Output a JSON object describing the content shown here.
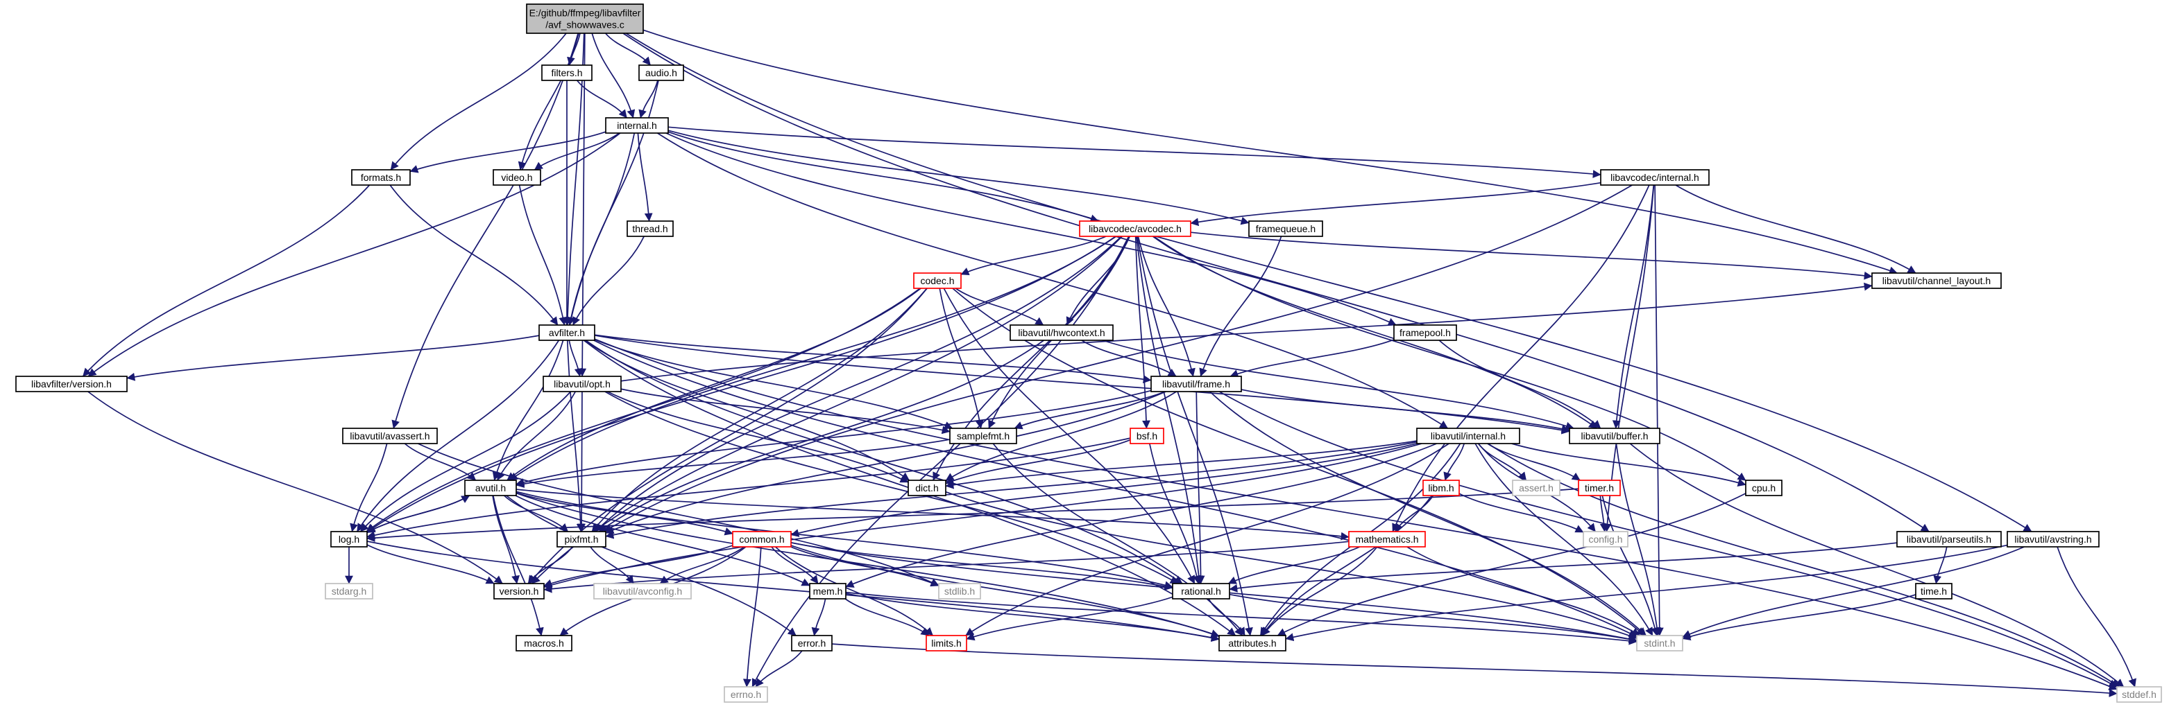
{
  "graph": {
    "nodes": [
      {
        "id": "root",
        "lines": [
          "E:/github/ffmpeg/libavfilter",
          "/avf_showwaves.c"
        ],
        "style": "root"
      },
      {
        "id": "filters_h",
        "lines": [
          "filters.h"
        ],
        "style": "normal"
      },
      {
        "id": "audio_h",
        "lines": [
          "audio.h"
        ],
        "style": "normal"
      },
      {
        "id": "internal_h",
        "lines": [
          "internal.h"
        ],
        "style": "normal"
      },
      {
        "id": "formats_h",
        "lines": [
          "formats.h"
        ],
        "style": "normal"
      },
      {
        "id": "video_h",
        "lines": [
          "video.h"
        ],
        "style": "normal"
      },
      {
        "id": "thread_h",
        "lines": [
          "thread.h"
        ],
        "style": "normal"
      },
      {
        "id": "lavc_internal_h",
        "lines": [
          "libavcodec/internal.h"
        ],
        "style": "normal"
      },
      {
        "id": "lavc_avcodec_h",
        "lines": [
          "libavcodec/avcodec.h"
        ],
        "style": "red"
      },
      {
        "id": "framequeue_h",
        "lines": [
          "framequeue.h"
        ],
        "style": "normal"
      },
      {
        "id": "codec_h",
        "lines": [
          "codec.h"
        ],
        "style": "red"
      },
      {
        "id": "channel_layout_h",
        "lines": [
          "libavutil/channel_layout.h"
        ],
        "style": "normal"
      },
      {
        "id": "avfilter_h",
        "lines": [
          "avfilter.h"
        ],
        "style": "normal"
      },
      {
        "id": "hwcontext_h",
        "lines": [
          "libavutil/hwcontext.h"
        ],
        "style": "normal"
      },
      {
        "id": "framepool_h",
        "lines": [
          "framepool.h"
        ],
        "style": "normal"
      },
      {
        "id": "lavfi_version_h",
        "lines": [
          "libavfilter/version.h"
        ],
        "style": "normal"
      },
      {
        "id": "opt_h",
        "lines": [
          "libavutil/opt.h"
        ],
        "style": "normal"
      },
      {
        "id": "frame_h",
        "lines": [
          "libavutil/frame.h"
        ],
        "style": "normal"
      },
      {
        "id": "avassert_h",
        "lines": [
          "libavutil/avassert.h"
        ],
        "style": "normal"
      },
      {
        "id": "samplefmt_h",
        "lines": [
          "samplefmt.h"
        ],
        "style": "normal"
      },
      {
        "id": "bsf_h",
        "lines": [
          "bsf.h"
        ],
        "style": "red"
      },
      {
        "id": "lavu_internal_h",
        "lines": [
          "libavutil/internal.h"
        ],
        "style": "normal"
      },
      {
        "id": "buffer_h",
        "lines": [
          "libavutil/buffer.h"
        ],
        "style": "normal"
      },
      {
        "id": "avutil_h",
        "lines": [
          "avutil.h"
        ],
        "style": "normal"
      },
      {
        "id": "dict_h",
        "lines": [
          "dict.h"
        ],
        "style": "normal"
      },
      {
        "id": "libm_h",
        "lines": [
          "libm.h"
        ],
        "style": "red"
      },
      {
        "id": "assert_h",
        "lines": [
          "assert.h"
        ],
        "style": "gray"
      },
      {
        "id": "timer_h",
        "lines": [
          "timer.h"
        ],
        "style": "red"
      },
      {
        "id": "cpu_h",
        "lines": [
          "cpu.h"
        ],
        "style": "normal"
      },
      {
        "id": "log_h",
        "lines": [
          "log.h"
        ],
        "style": "normal"
      },
      {
        "id": "pixfmt_h",
        "lines": [
          "pixfmt.h"
        ],
        "style": "normal"
      },
      {
        "id": "common_h",
        "lines": [
          "common.h"
        ],
        "style": "red"
      },
      {
        "id": "mathematics_h",
        "lines": [
          "mathematics.h"
        ],
        "style": "red"
      },
      {
        "id": "config_h",
        "lines": [
          "config.h"
        ],
        "style": "gray"
      },
      {
        "id": "parseutils_h",
        "lines": [
          "libavutil/parseutils.h"
        ],
        "style": "normal"
      },
      {
        "id": "avstring_h",
        "lines": [
          "libavutil/avstring.h"
        ],
        "style": "normal"
      },
      {
        "id": "stdarg_h",
        "lines": [
          "stdarg.h"
        ],
        "style": "gray"
      },
      {
        "id": "version_h",
        "lines": [
          "version.h"
        ],
        "style": "normal"
      },
      {
        "id": "avconfig_h",
        "lines": [
          "libavutil/avconfig.h"
        ],
        "style": "gray"
      },
      {
        "id": "stdlib_h",
        "lines": [
          "stdlib.h"
        ],
        "style": "gray"
      },
      {
        "id": "mem_h",
        "lines": [
          "mem.h"
        ],
        "style": "normal"
      },
      {
        "id": "rational_h",
        "lines": [
          "rational.h"
        ],
        "style": "normal"
      },
      {
        "id": "time_h",
        "lines": [
          "time.h"
        ],
        "style": "normal"
      },
      {
        "id": "macros_h",
        "lines": [
          "macros.h"
        ],
        "style": "normal"
      },
      {
        "id": "error_h",
        "lines": [
          "error.h"
        ],
        "style": "normal"
      },
      {
        "id": "limits_h",
        "lines": [
          "limits.h"
        ],
        "style": "red"
      },
      {
        "id": "attributes_h",
        "lines": [
          "attributes.h"
        ],
        "style": "normal"
      },
      {
        "id": "stdint_h",
        "lines": [
          "stdint.h"
        ],
        "style": "gray"
      },
      {
        "id": "errno_h",
        "lines": [
          "errno.h"
        ],
        "style": "gray"
      },
      {
        "id": "stddef_h",
        "lines": [
          "stddef.h"
        ],
        "style": "gray"
      }
    ],
    "edges": [
      [
        "root",
        "filters_h"
      ],
      [
        "root",
        "audio_h"
      ],
      [
        "root",
        "internal_h"
      ],
      [
        "root",
        "formats_h"
      ],
      [
        "root",
        "video_h"
      ],
      [
        "root",
        "avfilter_h"
      ],
      [
        "root",
        "opt_h"
      ],
      [
        "root",
        "avassert_h"
      ],
      [
        "root",
        "channel_layout_h"
      ],
      [
        "root",
        "parseutils_h"
      ],
      [
        "root",
        "avstring_h"
      ],
      [
        "filters_h",
        "internal_h"
      ],
      [
        "filters_h",
        "avfilter_h"
      ],
      [
        "audio_h",
        "internal_h"
      ],
      [
        "audio_h",
        "avfilter_h"
      ],
      [
        "internal_h",
        "formats_h"
      ],
      [
        "internal_h",
        "video_h"
      ],
      [
        "internal_h",
        "thread_h"
      ],
      [
        "internal_h",
        "avfilter_h"
      ],
      [
        "internal_h",
        "lavfi_version_h"
      ],
      [
        "internal_h",
        "framequeue_h"
      ],
      [
        "internal_h",
        "lavc_avcodec_h"
      ],
      [
        "internal_h",
        "lavc_internal_h"
      ],
      [
        "internal_h",
        "framepool_h"
      ],
      [
        "internal_h",
        "lavu_internal_h"
      ],
      [
        "formats_h",
        "avfilter_h"
      ],
      [
        "formats_h",
        "lavfi_version_h"
      ],
      [
        "video_h",
        "avfilter_h"
      ],
      [
        "thread_h",
        "avfilter_h"
      ],
      [
        "lavc_internal_h",
        "lavc_avcodec_h"
      ],
      [
        "lavc_internal_h",
        "channel_layout_h"
      ],
      [
        "lavc_internal_h",
        "buffer_h"
      ],
      [
        "lavc_internal_h",
        "mathematics_h"
      ],
      [
        "lavc_internal_h",
        "pixfmt_h"
      ],
      [
        "lavc_internal_h",
        "config_h"
      ],
      [
        "lavc_internal_h",
        "stdint_h"
      ],
      [
        "framequeue_h",
        "frame_h"
      ],
      [
        "lavc_avcodec_h",
        "codec_h"
      ],
      [
        "lavc_avcodec_h",
        "channel_layout_h"
      ],
      [
        "lavc_avcodec_h",
        "hwcontext_h"
      ],
      [
        "lavc_avcodec_h",
        "samplefmt_h"
      ],
      [
        "lavc_avcodec_h",
        "bsf_h"
      ],
      [
        "lavc_avcodec_h",
        "frame_h"
      ],
      [
        "lavc_avcodec_h",
        "buffer_h"
      ],
      [
        "lavc_avcodec_h",
        "avutil_h"
      ],
      [
        "lavc_avcodec_h",
        "dict_h"
      ],
      [
        "lavc_avcodec_h",
        "cpu_h"
      ],
      [
        "lavc_avcodec_h",
        "log_h"
      ],
      [
        "lavc_avcodec_h",
        "pixfmt_h"
      ],
      [
        "lavc_avcodec_h",
        "rational_h"
      ],
      [
        "lavc_avcodec_h",
        "attributes_h"
      ],
      [
        "lavc_avcodec_h",
        "errno_h"
      ],
      [
        "lavc_avcodec_h",
        "version_h"
      ],
      [
        "codec_h",
        "hwcontext_h"
      ],
      [
        "codec_h",
        "samplefmt_h"
      ],
      [
        "codec_h",
        "avutil_h"
      ],
      [
        "codec_h",
        "rational_h"
      ],
      [
        "codec_h",
        "log_h"
      ],
      [
        "codec_h",
        "pixfmt_h"
      ],
      [
        "codec_h",
        "version_h"
      ],
      [
        "codec_h",
        "stdint_h"
      ],
      [
        "hwcontext_h",
        "frame_h"
      ],
      [
        "hwcontext_h",
        "buffer_h"
      ],
      [
        "hwcontext_h",
        "pixfmt_h"
      ],
      [
        "framepool_h",
        "frame_h"
      ],
      [
        "framepool_h",
        "buffer_h"
      ],
      [
        "avfilter_h",
        "lavfi_version_h"
      ],
      [
        "avfilter_h",
        "opt_h"
      ],
      [
        "avfilter_h",
        "frame_h"
      ],
      [
        "avfilter_h",
        "samplefmt_h"
      ],
      [
        "avfilter_h",
        "buffer_h"
      ],
      [
        "avfilter_h",
        "avutil_h"
      ],
      [
        "avfilter_h",
        "dict_h"
      ],
      [
        "avfilter_h",
        "log_h"
      ],
      [
        "avfilter_h",
        "pixfmt_h"
      ],
      [
        "avfilter_h",
        "rational_h"
      ],
      [
        "avfilter_h",
        "attributes_h"
      ],
      [
        "avfilter_h",
        "stddef_h"
      ],
      [
        "avfilter_h",
        "stdint_h"
      ],
      [
        "lavfi_version_h",
        "version_h"
      ],
      [
        "opt_h",
        "samplefmt_h"
      ],
      [
        "opt_h",
        "avutil_h"
      ],
      [
        "opt_h",
        "dict_h"
      ],
      [
        "opt_h",
        "log_h"
      ],
      [
        "opt_h",
        "pixfmt_h"
      ],
      [
        "opt_h",
        "rational_h"
      ],
      [
        "opt_h",
        "channel_layout_h"
      ],
      [
        "frame_h",
        "samplefmt_h"
      ],
      [
        "frame_h",
        "buffer_h"
      ],
      [
        "frame_h",
        "avutil_h"
      ],
      [
        "frame_h",
        "dict_h"
      ],
      [
        "frame_h",
        "rational_h"
      ],
      [
        "frame_h",
        "pixfmt_h"
      ],
      [
        "frame_h",
        "stddef_h"
      ],
      [
        "frame_h",
        "stdint_h"
      ],
      [
        "avassert_h",
        "avutil_h"
      ],
      [
        "avassert_h",
        "log_h"
      ],
      [
        "avassert_h",
        "stdlib_h"
      ],
      [
        "samplefmt_h",
        "avutil_h"
      ],
      [
        "samplefmt_h",
        "attributes_h"
      ],
      [
        "bsf_h",
        "dict_h"
      ],
      [
        "bsf_h",
        "log_h"
      ],
      [
        "bsf_h",
        "rational_h"
      ],
      [
        "lavu_internal_h",
        "dict_h"
      ],
      [
        "lavu_internal_h",
        "libm_h"
      ],
      [
        "lavu_internal_h",
        "assert_h"
      ],
      [
        "lavu_internal_h",
        "timer_h"
      ],
      [
        "lavu_internal_h",
        "cpu_h"
      ],
      [
        "lavu_internal_h",
        "pixfmt_h"
      ],
      [
        "lavu_internal_h",
        "common_h"
      ],
      [
        "lavu_internal_h",
        "mem_h"
      ],
      [
        "lavu_internal_h",
        "config_h"
      ],
      [
        "lavu_internal_h",
        "stdint_h"
      ],
      [
        "lavu_internal_h",
        "stddef_h"
      ],
      [
        "lavu_internal_h",
        "version_h"
      ],
      [
        "lavu_internal_h",
        "attributes_h"
      ],
      [
        "lavu_internal_h",
        "limits_h"
      ],
      [
        "buffer_h",
        "stdint_h"
      ],
      [
        "buffer_h",
        "stddef_h"
      ],
      [
        "avutil_h",
        "log_h"
      ],
      [
        "avutil_h",
        "pixfmt_h"
      ],
      [
        "avutil_h",
        "common_h"
      ],
      [
        "avutil_h",
        "mathematics_h"
      ],
      [
        "avutil_h",
        "version_h"
      ],
      [
        "avutil_h",
        "rational_h"
      ],
      [
        "avutil_h",
        "macros_h"
      ],
      [
        "avutil_h",
        "error_h"
      ],
      [
        "avutil_h",
        "mem_h"
      ],
      [
        "avutil_h",
        "attributes_h"
      ],
      [
        "dict_h",
        "stdint_h"
      ],
      [
        "libm_h",
        "config_h"
      ],
      [
        "libm_h",
        "mathematics_h"
      ],
      [
        "libm_h",
        "attributes_h"
      ],
      [
        "timer_h",
        "config_h"
      ],
      [
        "timer_h",
        "log_h"
      ],
      [
        "timer_h",
        "stdint_h"
      ],
      [
        "cpu_h",
        "attributes_h"
      ],
      [
        "log_h",
        "avutil_h"
      ],
      [
        "log_h",
        "stdarg_h"
      ],
      [
        "log_h",
        "attributes_h"
      ],
      [
        "log_h",
        "version_h"
      ],
      [
        "pixfmt_h",
        "version_h"
      ],
      [
        "pixfmt_h",
        "avconfig_h"
      ],
      [
        "common_h",
        "errno_h"
      ],
      [
        "common_h",
        "limits_h"
      ],
      [
        "common_h",
        "stdint_h"
      ],
      [
        "common_h",
        "stdlib_h"
      ],
      [
        "common_h",
        "attributes_h"
      ],
      [
        "common_h",
        "macros_h"
      ],
      [
        "common_h",
        "version_h"
      ],
      [
        "common_h",
        "avconfig_h"
      ],
      [
        "common_h",
        "mem_h"
      ],
      [
        "common_h",
        "rational_h"
      ],
      [
        "mathematics_h",
        "stdint_h"
      ],
      [
        "mathematics_h",
        "attributes_h"
      ],
      [
        "mathematics_h",
        "rational_h"
      ],
      [
        "mathematics_h",
        "version_h"
      ],
      [
        "parseutils_h",
        "time_h"
      ],
      [
        "parseutils_h",
        "rational_h"
      ],
      [
        "avstring_h",
        "stddef_h"
      ],
      [
        "avstring_h",
        "stdint_h"
      ],
      [
        "avstring_h",
        "attributes_h"
      ],
      [
        "mem_h",
        "limits_h"
      ],
      [
        "mem_h",
        "stdint_h"
      ],
      [
        "mem_h",
        "attributes_h"
      ],
      [
        "mem_h",
        "error_h"
      ],
      [
        "rational_h",
        "stdint_h"
      ],
      [
        "rational_h",
        "limits_h"
      ],
      [
        "rational_h",
        "attributes_h"
      ],
      [
        "time_h",
        "stdint_h"
      ],
      [
        "error_h",
        "errno_h"
      ],
      [
        "error_h",
        "stddef_h"
      ]
    ]
  }
}
